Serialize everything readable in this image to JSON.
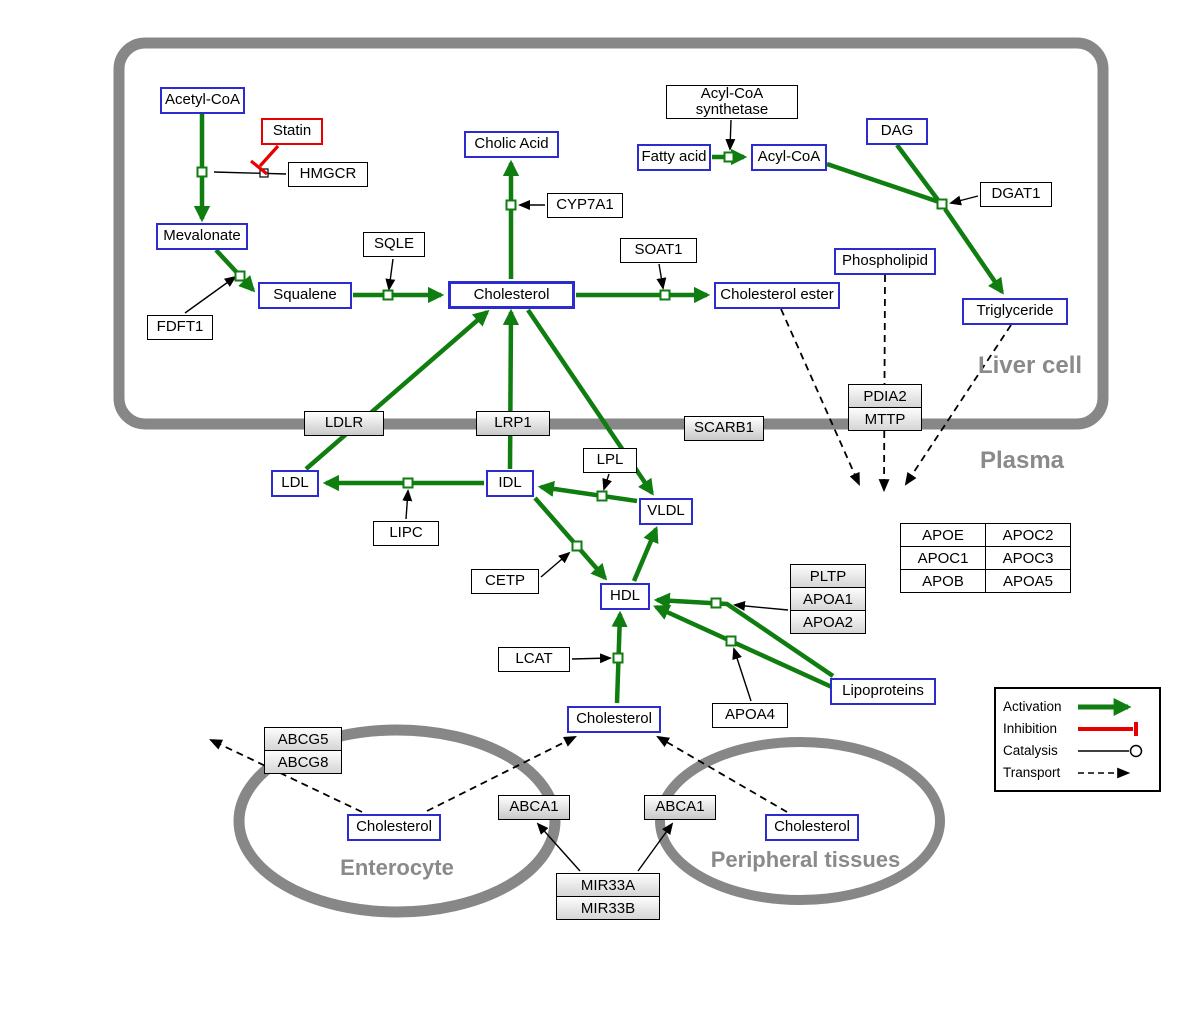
{
  "diagram": {
    "regions": {
      "liver_cell": "Liver cell",
      "plasma": "Plasma",
      "enterocyte": "Enterocyte",
      "peripheral_tissues": "Peripheral tissues"
    },
    "nodes": {
      "acetyl_coa": "Acetyl-CoA",
      "statin": "Statin",
      "hmgcr": "HMGCR",
      "mevalonate": "Mevalonate",
      "fdft1": "FDFT1",
      "squalene": "Squalene",
      "sqle": "SQLE",
      "cholic_acid": "Cholic Acid",
      "cyp7a1": "CYP7A1",
      "cholesterol_liver": "Cholesterol",
      "soat1": "SOAT1",
      "cholesterol_ester": "Cholesterol ester",
      "acyl_coa_synthetase": "Acyl-CoA synthetase",
      "fatty_acid": "Fatty acid",
      "acyl_coa": "Acyl-CoA",
      "dag": "DAG",
      "dgat1": "DGAT1",
      "phospholipid": "Phospholipid",
      "triglyceride": "Triglyceride",
      "ldlr": "LDLR",
      "lrp1": "LRP1",
      "scarb1": "SCARB1",
      "ldl": "LDL",
      "idl": "IDL",
      "lipc": "LIPC",
      "lpl": "LPL",
      "vldl": "VLDL",
      "cetp": "CETP",
      "hdl": "HDL",
      "lcat": "LCAT",
      "apoa4": "APOA4",
      "lipoproteins": "Lipoproteins",
      "cholesterol_plasma": "Cholesterol",
      "abca1_enterocyte": "ABCA1",
      "abca1_peripheral": "ABCA1",
      "cholesterol_enterocyte": "Cholesterol",
      "cholesterol_peripheral": "Cholesterol"
    },
    "tables": {
      "pdia2_mttp": [
        "PDIA2",
        "MTTP"
      ],
      "pltp_apoa": [
        "PLTP",
        "APOA1",
        "APOA2"
      ],
      "abcg": [
        "ABCG5",
        "ABCG8"
      ],
      "mir33": [
        "MIR33A",
        "MIR33B"
      ],
      "apo": [
        [
          "APOE",
          "APOC2"
        ],
        [
          "APOC1",
          "APOC3"
        ],
        [
          "APOB",
          "APOA5"
        ]
      ]
    },
    "legend": {
      "items": [
        "Activation",
        "Inhibition",
        "Catalysis",
        "Transport"
      ]
    },
    "colors": {
      "activation": "#0f7d0f",
      "inhibition": "#e60000",
      "catalysis": "#000000",
      "transport": "#000000",
      "membrane": "#878787",
      "metabolite_border": "#2b2bd0"
    }
  }
}
